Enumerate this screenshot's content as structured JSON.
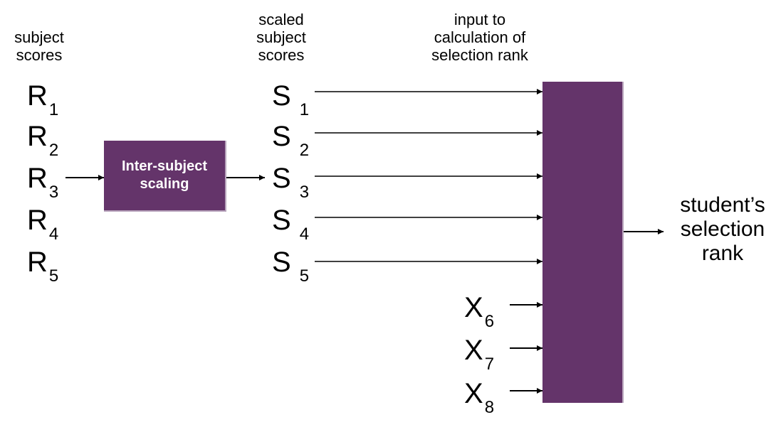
{
  "headers": {
    "subject_scores": [
      "subject",
      "scores"
    ],
    "scaled_scores": [
      "scaled",
      "subject",
      "scores"
    ],
    "input": [
      "input to",
      "calculation of",
      "selection rank"
    ]
  },
  "raw_scores": [
    {
      "letter": "R",
      "index": "1"
    },
    {
      "letter": "R",
      "index": "2"
    },
    {
      "letter": "R",
      "index": "3"
    },
    {
      "letter": "R",
      "index": "4"
    },
    {
      "letter": "R",
      "index": "5"
    }
  ],
  "scaled_scores": [
    {
      "letter": "S",
      "index": "1"
    },
    {
      "letter": "S",
      "index": "2"
    },
    {
      "letter": "S",
      "index": "3"
    },
    {
      "letter": "S",
      "index": "4"
    },
    {
      "letter": "S",
      "index": "5"
    }
  ],
  "other_inputs": [
    {
      "letter": "X",
      "index": "6"
    },
    {
      "letter": "X",
      "index": "7"
    },
    {
      "letter": "X",
      "index": "8"
    }
  ],
  "process_box": {
    "label": [
      "Inter-subject",
      "scaling"
    ],
    "color": "#64346a"
  },
  "output": [
    "student’s",
    "selection",
    "rank"
  ],
  "colors": {
    "box": "#64346a",
    "box_highlight": "#b7a3bb",
    "text": "#000000",
    "arrow": "#000000"
  }
}
